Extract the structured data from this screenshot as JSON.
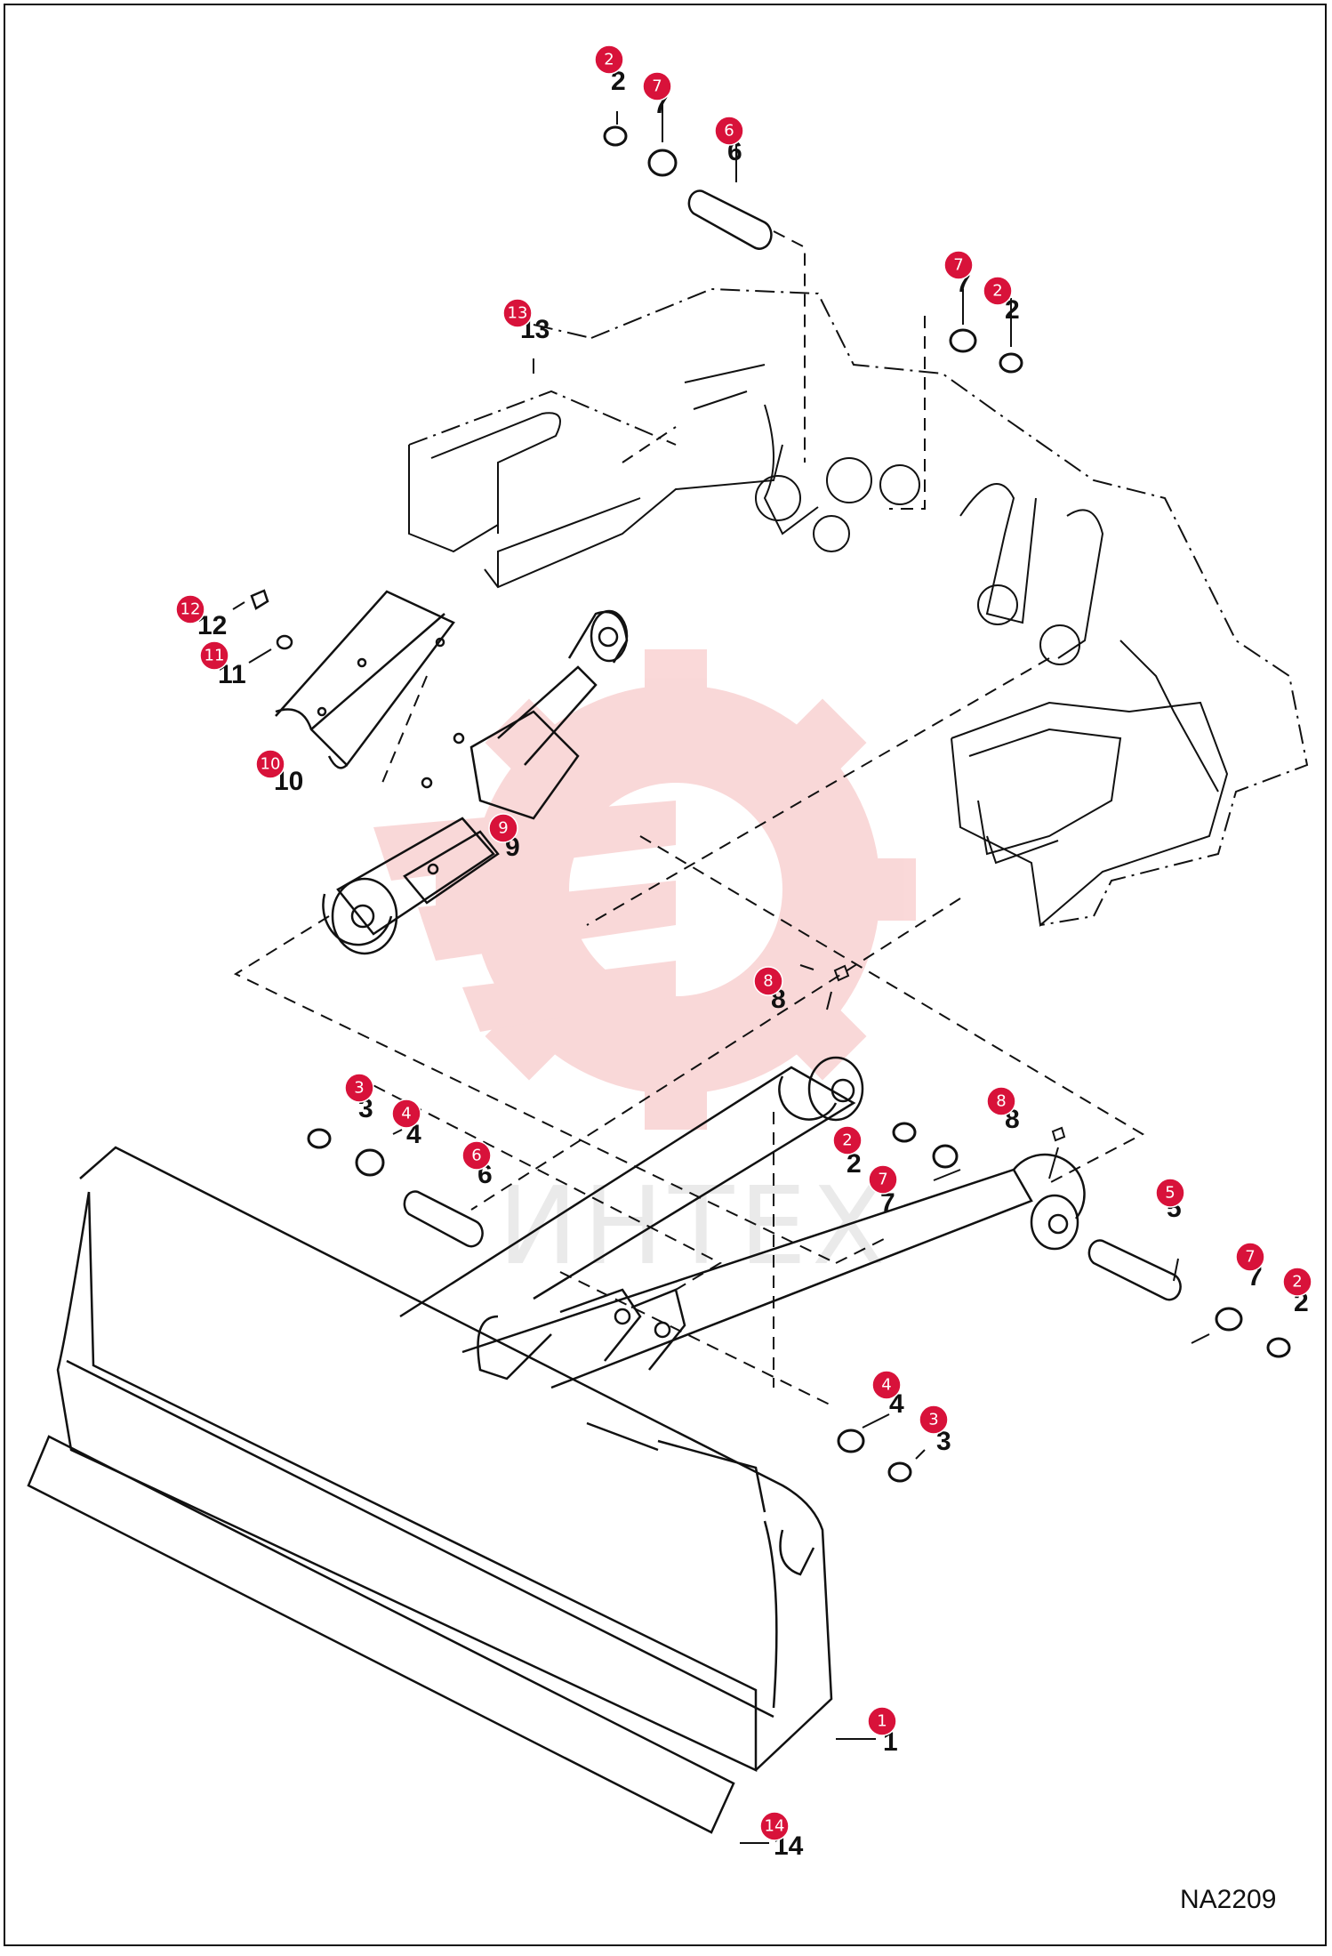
{
  "drawing": {
    "reference": "NA2209",
    "watermark_text": "ИНТЕХ",
    "accent_color": "#d8123a",
    "watermark_color": "#f5b9b9"
  },
  "parts": {
    "p1": "1",
    "p2": "2",
    "p3": "3",
    "p4": "4",
    "p5": "5",
    "p6": "6",
    "p7": "7",
    "p8": "8",
    "p9": "9",
    "p10": "10",
    "p11": "11",
    "p12": "12",
    "p13": "13",
    "p14": "14"
  }
}
